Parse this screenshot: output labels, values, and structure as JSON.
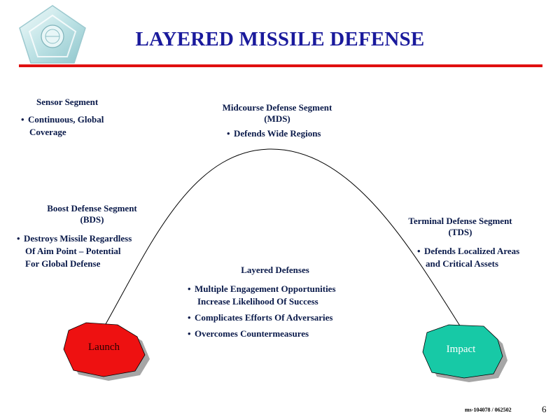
{
  "title": "LAYERED MISSILE DEFENSE",
  "sensor": {
    "title": "Sensor Segment",
    "bullets": [
      "Continuous, Global",
      "Coverage"
    ]
  },
  "midcourse": {
    "title_line1": "Midcourse Defense Segment",
    "title_line2": "(MDS)",
    "bullets": [
      "Defends Wide Regions"
    ]
  },
  "boost": {
    "title_line1": "Boost Defense Segment",
    "title_line2": "(BDS)",
    "bullets": [
      "Destroys Missile Regardless",
      "Of Aim Point – Potential",
      "For Global Defense"
    ]
  },
  "terminal": {
    "title_line1": "Terminal Defense Segment",
    "title_line2": "(TDS)",
    "bullets": [
      "Defends Localized Areas",
      "and Critical Assets"
    ]
  },
  "layered": {
    "title": "Layered Defenses",
    "bullets": [
      "Multiple Engagement Opportunities",
      "Increase Likelihood Of Success",
      "Complicates Efforts Of Adversaries",
      "Overcomes Countermeasures"
    ]
  },
  "nodes": {
    "launch": "Launch",
    "impact": "Impact"
  },
  "footer": {
    "code": "ms-104078 / 062502",
    "page": "6"
  },
  "colors": {
    "title": "#1a1a9c",
    "rule": "#e01010",
    "launch": "#ee1111",
    "impact": "#17c9a6"
  }
}
